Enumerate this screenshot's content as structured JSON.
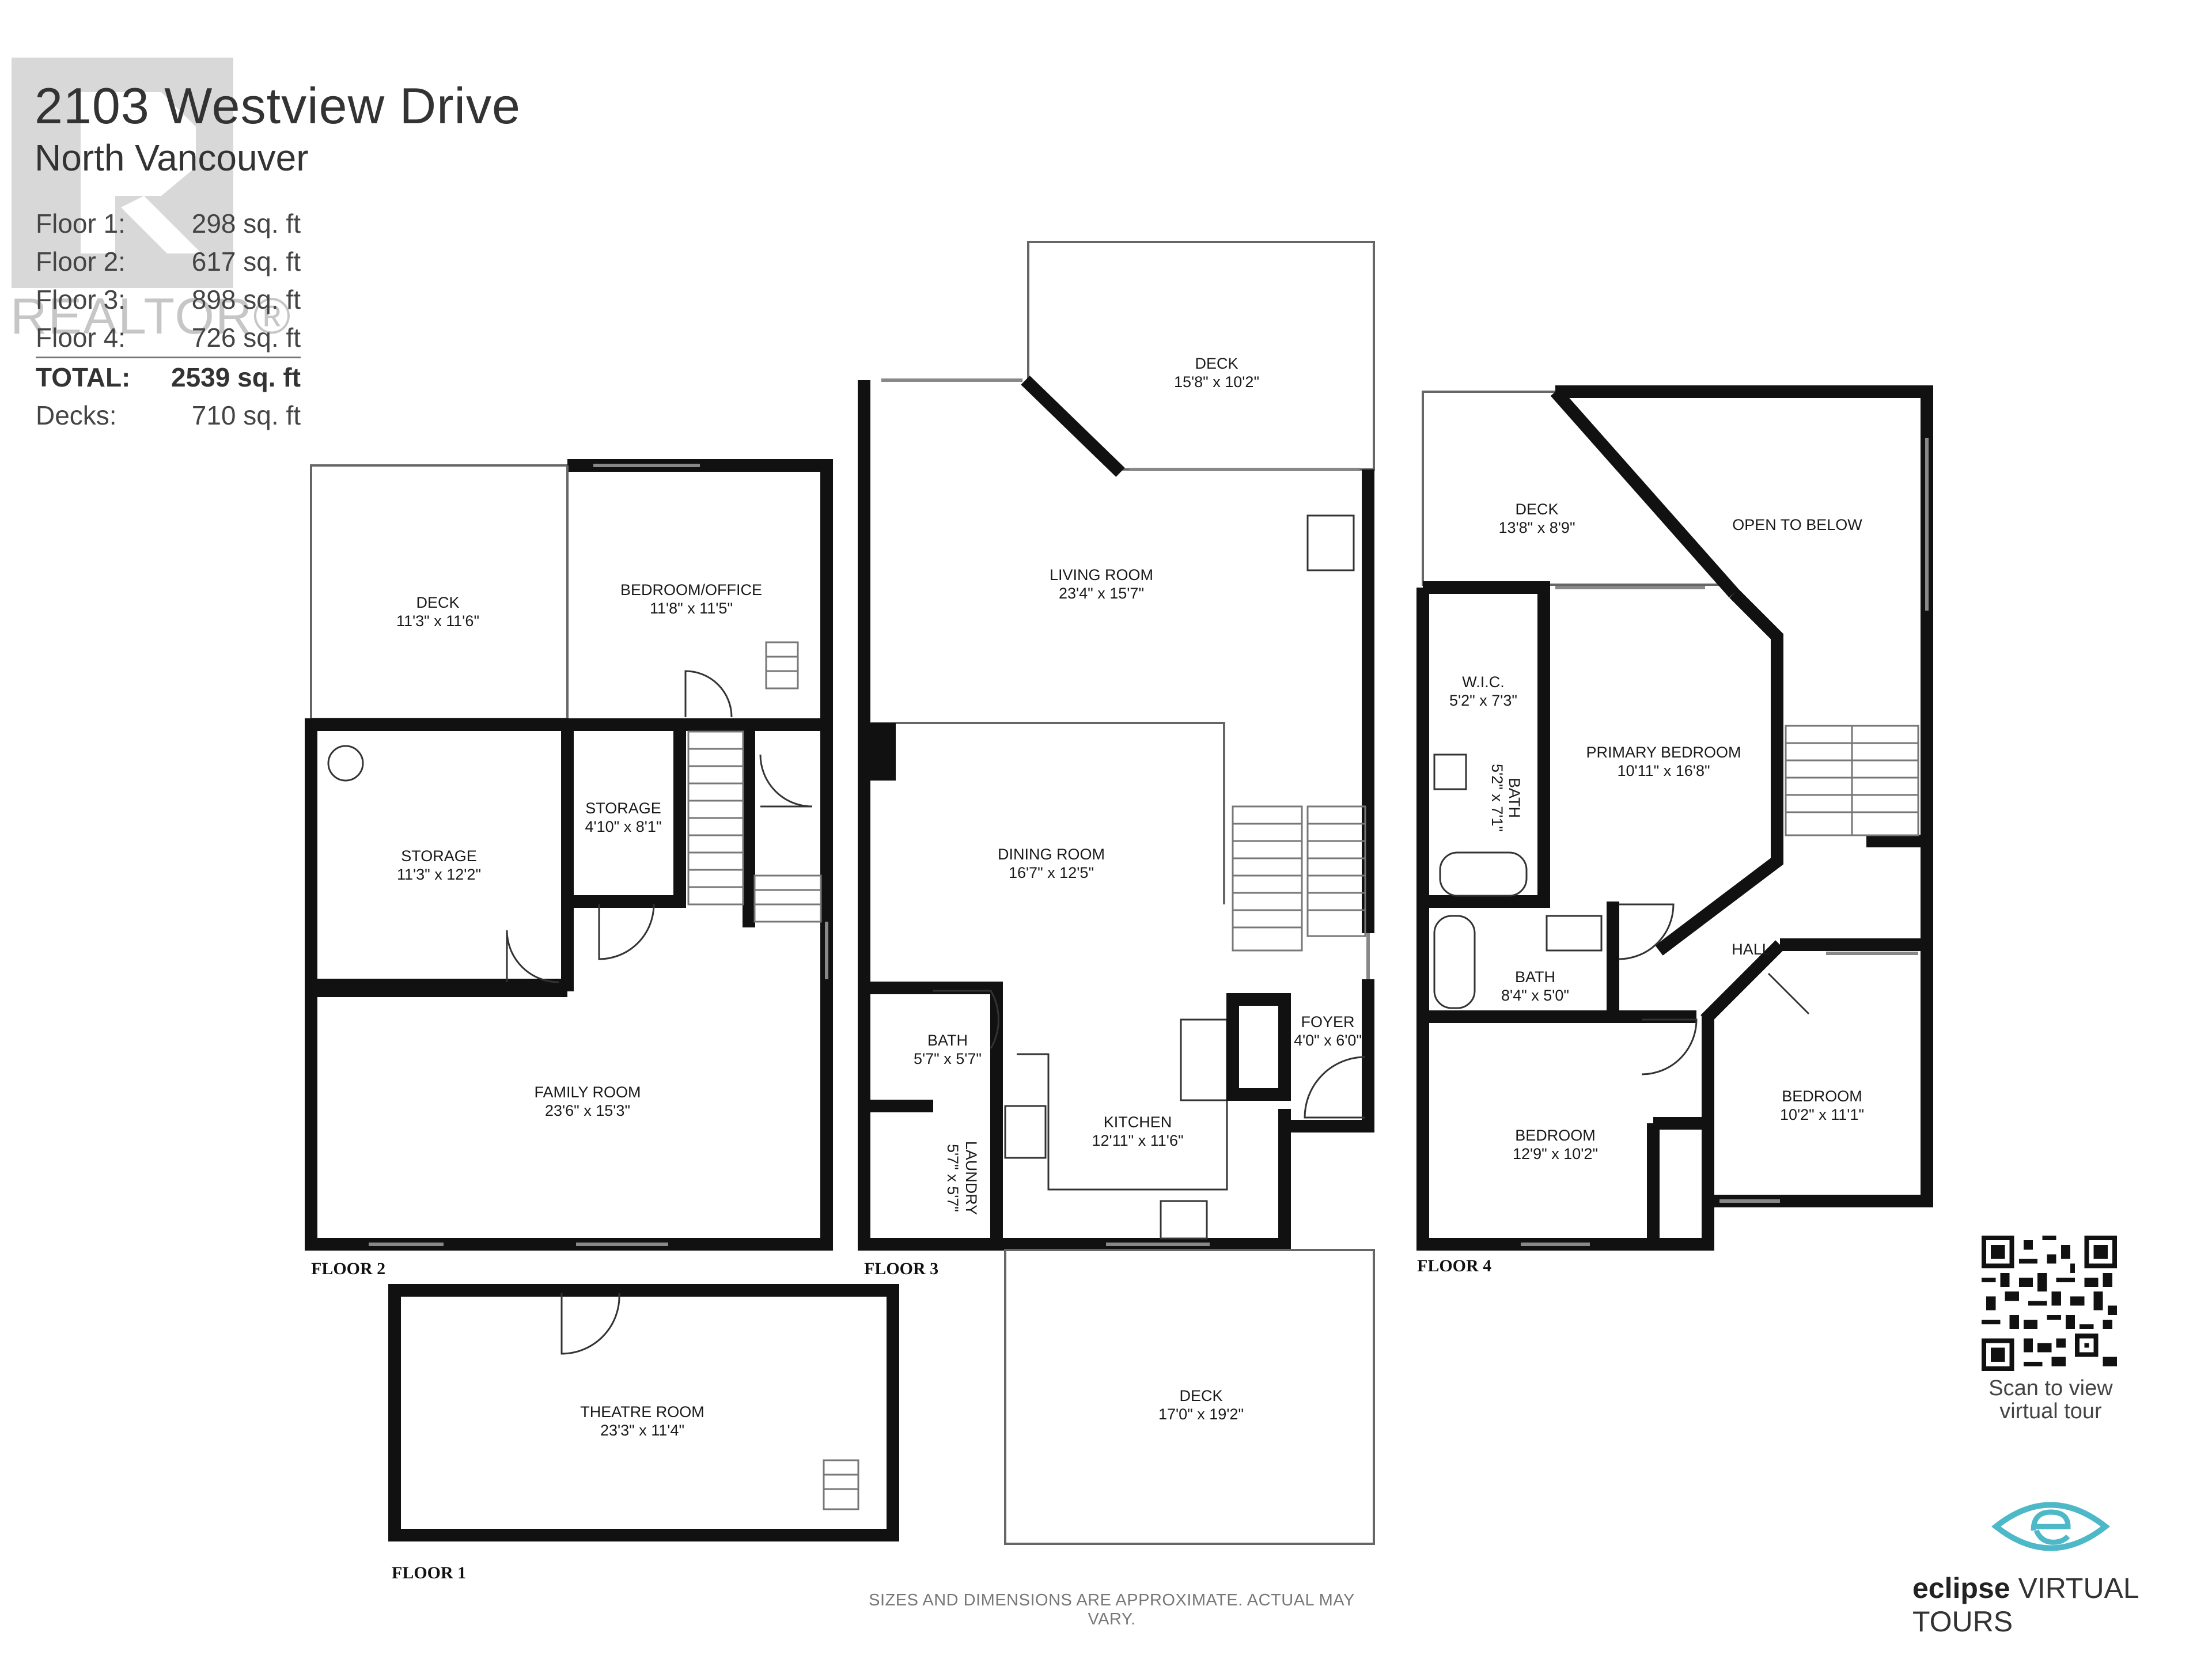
{
  "header": {
    "title": "2103 Westview Drive",
    "subtitle": "North Vancouver"
  },
  "areas": [
    {
      "label": "Floor 1:",
      "value": "298 sq. ft"
    },
    {
      "label": "Floor 2:",
      "value": "617 sq. ft"
    },
    {
      "label": "Floor 3:",
      "value": "898 sq. ft"
    },
    {
      "label": "Floor 4:",
      "value": "726 sq. ft"
    }
  ],
  "total": {
    "label": "TOTAL:",
    "value": "2539 sq. ft"
  },
  "decks": {
    "label": "Decks:",
    "value": "710 sq. ft"
  },
  "watermark": "REALTOR®",
  "floors": {
    "f1": "FLOOR 1",
    "f2": "FLOOR 2",
    "f3": "FLOOR 3",
    "f4": "FLOOR 4"
  },
  "rooms": {
    "f1_theatre": {
      "name": "THEATRE ROOM",
      "dim": "23'3\" x 11'4\""
    },
    "f2_deck": {
      "name": "DECK",
      "dim": "11'3\" x 11'6\""
    },
    "f2_bedroom_office": {
      "name": "BEDROOM/OFFICE",
      "dim": "11'8\" x 11'5\""
    },
    "f2_storage_large": {
      "name": "STORAGE",
      "dim": "11'3\" x 12'2\""
    },
    "f2_storage_small": {
      "name": "STORAGE",
      "dim": "4'10\" x 8'1\""
    },
    "f2_family": {
      "name": "FAMILY ROOM",
      "dim": "23'6\" x 15'3\""
    },
    "f3_deck_top": {
      "name": "DECK",
      "dim": "15'8\" x 10'2\""
    },
    "f3_living": {
      "name": "LIVING ROOM",
      "dim": "23'4\" x 15'7\""
    },
    "f3_dining": {
      "name": "DINING ROOM",
      "dim": "16'7\" x 12'5\""
    },
    "f3_bath": {
      "name": "BATH",
      "dim": "5'7\" x 5'7\""
    },
    "f3_laundry": {
      "name": "LAUNDRY",
      "dim": "5'7\" x 5'7\""
    },
    "f3_kitchen": {
      "name": "KITCHEN",
      "dim": "12'11\" x 11'6\""
    },
    "f3_foyer": {
      "name": "FOYER",
      "dim": "4'0\" x 6'0\""
    },
    "f3_deck_bottom": {
      "name": "DECK",
      "dim": "17'0\" x 19'2\""
    },
    "f4_deck": {
      "name": "DECK",
      "dim": "13'8\" x 8'9\""
    },
    "f4_open": {
      "name": "OPEN TO BELOW",
      "dim": ""
    },
    "f4_wic": {
      "name": "W.I.C.",
      "dim": "5'2\" x 7'3\""
    },
    "f4_ensuite": {
      "name": "BATH",
      "dim": "5'2\" x 7'1\""
    },
    "f4_primary": {
      "name": "PRIMARY BEDROOM",
      "dim": "10'11\" x 16'8\""
    },
    "f4_bath": {
      "name": "BATH",
      "dim": "8'4\" x 5'0\""
    },
    "f4_hall": {
      "name": "HALL",
      "dim": ""
    },
    "f4_bedroom_left": {
      "name": "BEDROOM",
      "dim": "12'9\" x 10'2\""
    },
    "f4_bedroom_right": {
      "name": "BEDROOM",
      "dim": "10'2\" x 11'1\""
    }
  },
  "qr_caption_1": "Scan to view",
  "qr_caption_2": "virtual tour",
  "brand_bold": "eclipse",
  "brand_rest": " VIRTUAL TOURS",
  "disclaimer": "SIZES AND DIMENSIONS ARE APPROXIMATE. ACTUAL MAY VARY."
}
